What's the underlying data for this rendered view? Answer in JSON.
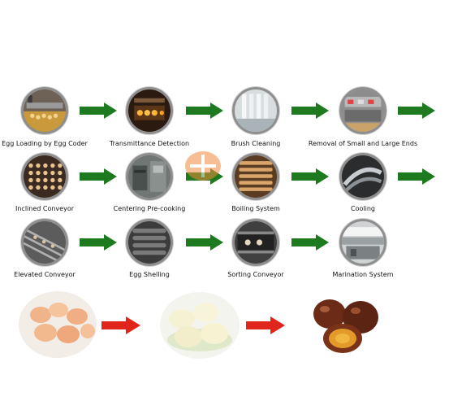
{
  "steps": [
    {
      "label": "Egg Loading by Egg Coder"
    },
    {
      "label": "Transmittance Detection"
    },
    {
      "label": "Brush Cleaning"
    },
    {
      "label": "Removal of Small and Large Ends"
    },
    {
      "label": "Inclined Conveyor"
    },
    {
      "label": "Centering Pre-cooking"
    },
    {
      "label": "Boiling System"
    },
    {
      "label": "Cooling"
    },
    {
      "label": "Elevated Conveyor"
    },
    {
      "label": "Egg Shelling"
    },
    {
      "label": "Sorting Conveyor"
    },
    {
      "label": "Marination System"
    }
  ],
  "colors": {
    "flow_arrow": "#1e7a1e",
    "result_arrow": "#e0251d",
    "watermark": "#f08a3a"
  },
  "icons": {
    "step_photo": "machine-photo-icon",
    "watermark": "brand-logo-watermark",
    "raw_eggs": "raw-eggs-image",
    "peeled_eggs": "peeled-eggs-image",
    "marinated_eggs": "marinated-eggs-image"
  }
}
